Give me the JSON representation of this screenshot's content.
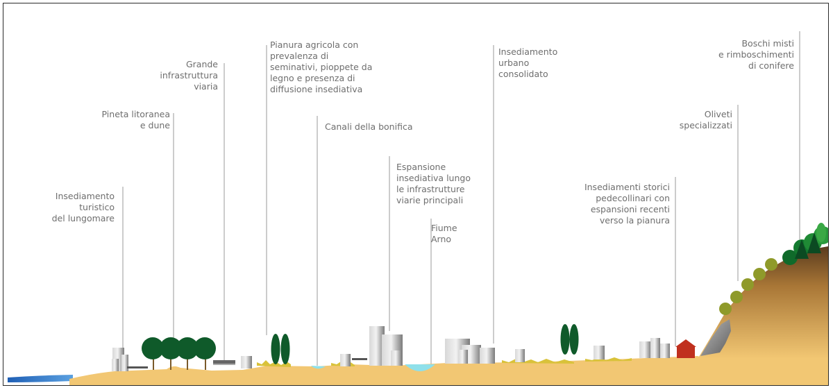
{
  "labels": {
    "insediamento_turistico": "Insediamento\nturistico\ndel lungomare",
    "pineta": "Pineta litoranea\ne dune",
    "infrastruttura": "Grande\ninfrastruttura\nviaria",
    "pianura": "Pianura agricola con\nprevalenza di\nseminativi, pioppete da\nlegno e presenza di\ndiffusione insediativa",
    "canali": "Canali della bonifica",
    "espansione": "Espansione\ninsediativa lungo\nle infrastrutture\nviarie principali",
    "fiume": "Fiume\nArno",
    "urbano": "Insediamento\nurbano\nconsolidato",
    "storici": "Insediamenti storici\npedecollinari con\nespansioni recenti\nverso la pianura",
    "oliveti": "Oliveti\nspecializzati",
    "boschi": "Boschi misti\ne rimboschimenti\ndi conifere"
  },
  "colors": {
    "sea": "#2f73c9",
    "ground": "#f2c773",
    "hill": "#e8b25c",
    "water": "#8fe0ea",
    "tree_dark": "#0f5a2a",
    "olive": "#8f9a2a",
    "grass": "#d9c23a",
    "house": "#c0301e",
    "building": "#9a9a9a",
    "leader": "#9a9a9a"
  }
}
